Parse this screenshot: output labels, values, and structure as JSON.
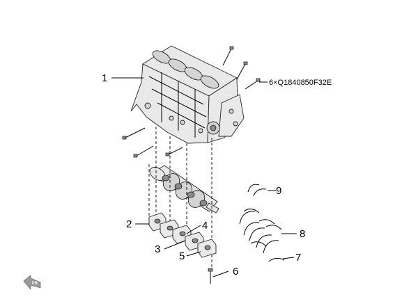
{
  "callouts": {
    "c1": "1",
    "c2": "2",
    "c3": "3",
    "c4": "4",
    "c5": "5",
    "c6": "6",
    "c7": "7",
    "c8": "8",
    "c9": "9"
  },
  "bolt_note": "6×Q1840850F32E",
  "fr_badge": "FR"
}
